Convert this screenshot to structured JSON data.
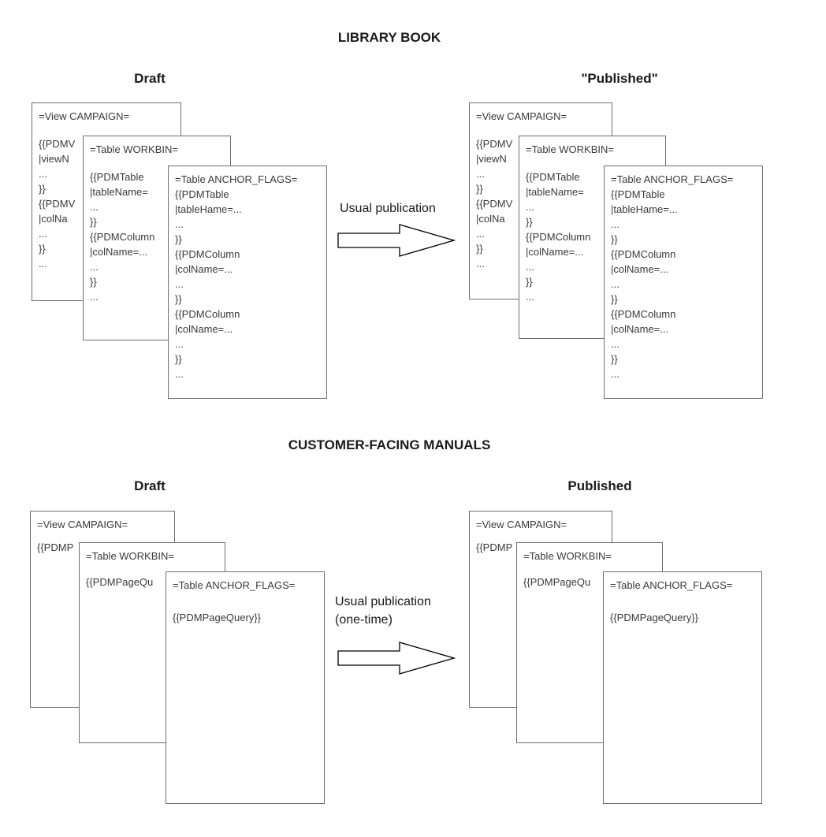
{
  "colors": {
    "background": "#ffffff",
    "card_border": "#6e6e6e",
    "text": "#262626"
  },
  "library": {
    "title": "LIBRARY BOOK",
    "draft_label": "Draft",
    "published_label": "\"Published\"",
    "arrow_text": "Usual publication",
    "cards": {
      "view_campaign": {
        "header": "=View CAMPAIGN=",
        "body": "{{PDMV\n|viewN\n...\n}}\n{{PDMV\n|colNa\n...\n}}\n..."
      },
      "table_workbin": {
        "header": "=Table WORKBIN=",
        "body": "{{PDMTable\n|tableName=\n...\n}}\n{{PDMColumn\n|colName=...\n...\n}}\n..."
      },
      "table_anchor_flags": {
        "header": "=Table ANCHOR_FLAGS=",
        "body": "{{PDMTable\n|tableHame=...\n...\n}}\n{{PDMColumn\n|colName=...\n...\n}}\n{{PDMColumn\n|colName=...\n...\n}}\n..."
      }
    }
  },
  "manuals": {
    "title": "CUSTOMER-FACING MANUALS",
    "draft_label": "Draft",
    "published_label": "Published",
    "arrow_text_line1": "Usual publication",
    "arrow_text_line2": "(one-time)",
    "cards": {
      "view_campaign": {
        "header": "=View CAMPAIGN=",
        "body": "{{PDMP"
      },
      "table_workbin": {
        "header": "=Table WORKBIN=",
        "body": "{{PDMPageQu"
      },
      "table_anchor_flags": {
        "header": "=Table ANCHOR_FLAGS=",
        "body": "{{PDMPageQuery}}"
      }
    }
  }
}
